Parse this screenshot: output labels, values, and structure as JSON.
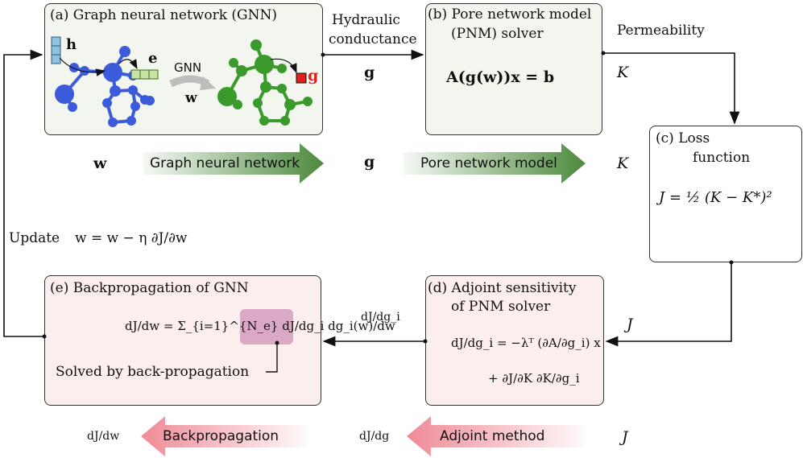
{
  "gnn_box": {
    "title": "(a) Graph neural network (GNN)",
    "node_feature_label": "h",
    "edge_feature_label": "e",
    "gnn_arrow_label": "GNN",
    "weight_label": "w",
    "output_label": "g"
  },
  "pnm_box": {
    "title_line1": "(b) Pore network model",
    "title_line2": "(PNM) solver",
    "equation": "A(g(w))x = b"
  },
  "loss_box": {
    "title_line1": "(c)   Loss",
    "title_line2": "function",
    "equation": "J = ½ (K − K*)²"
  },
  "adjoint_box": {
    "title_line1": "(d) Adjoint sensitivity",
    "title_line2": "of PNM solver",
    "eq_line1": "dJ/dg_i = −λᵀ (∂A/∂g_i) x",
    "eq_line2": "+ ∂J/∂K ∂K/∂g_i"
  },
  "backprop_box": {
    "title": "(e) Backpropagation of GNN",
    "equation": "dJ/dw = Σ_{i=1}^{N_e} dJ/dg_i dg_i(w)/dw",
    "note": "Solved by back-propagation"
  },
  "connectors": {
    "hydraulic_line1": "Hydraulic",
    "hydraulic_line2": "conductance",
    "g_symbol": "g",
    "permeability": "Permeability",
    "K_symbol": "K",
    "J_symbol": "J",
    "dJdgi": "dJ/dg_i",
    "update_label": "Update",
    "update_equation": "w = w − η ∂J/∂w"
  },
  "forward_row": {
    "w_symbol": "w",
    "arrow1_label": "Graph neural network",
    "g_symbol": "g",
    "arrow2_label": "Pore network model",
    "K_symbol": "K"
  },
  "backward_row": {
    "dJdw": "dJ/dw",
    "arrow1_label": "Backpropagation",
    "dJdg": "dJ/dg",
    "arrow2_label": "Adjoint method",
    "J_symbol": "J"
  },
  "colors": {
    "blue": "#3b5bdb",
    "green": "#3a9a2c",
    "red": "#e02020",
    "forward_arrow": "#4c8a3c",
    "backward_arrow": "#ef8a96",
    "highlight": "#d9a9c6"
  }
}
